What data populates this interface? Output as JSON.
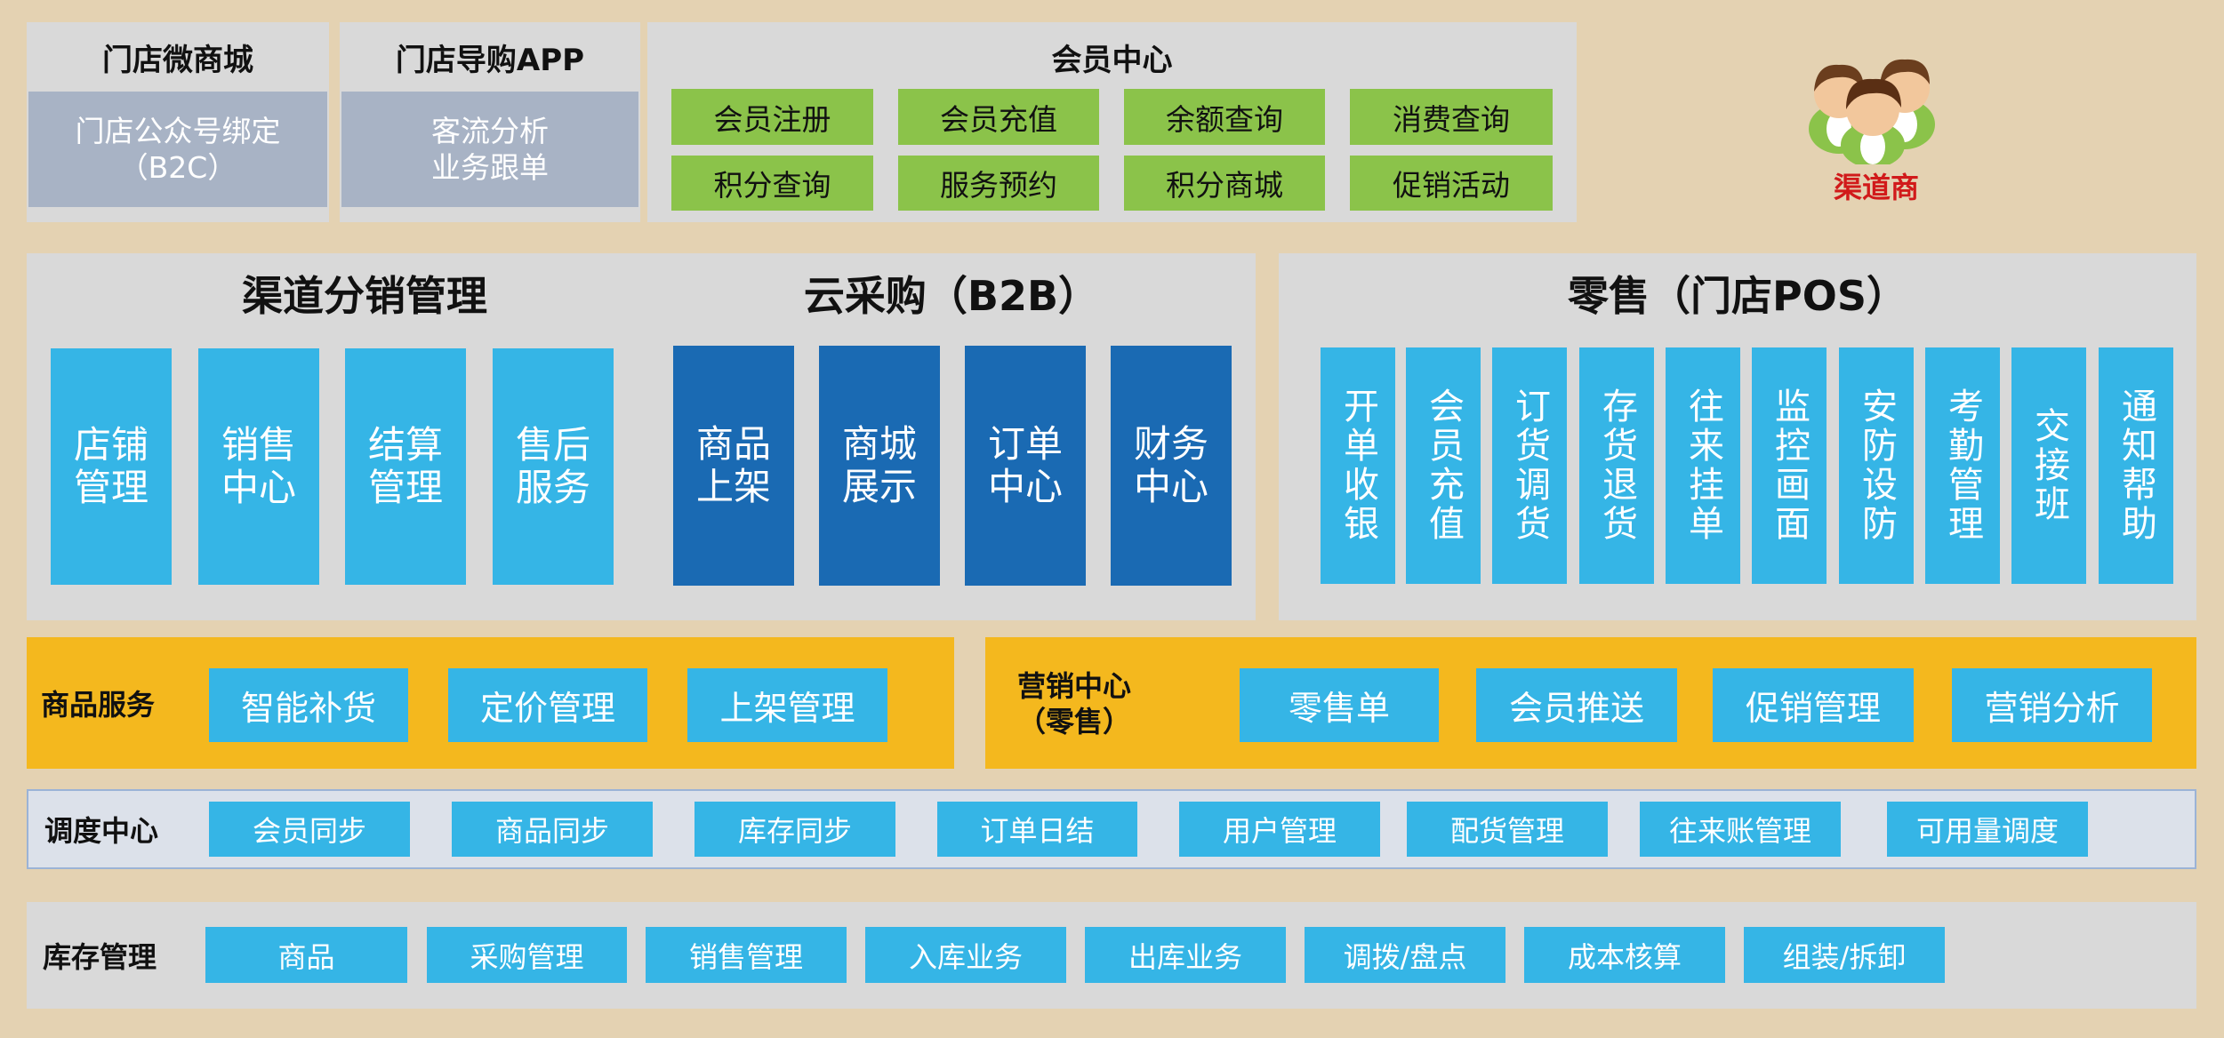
{
  "top": {
    "wechat_mall": {
      "title": "门店微商城",
      "body_line1": "门店公众号绑定",
      "body_line2": "（B2C）"
    },
    "guide_app": {
      "title": "门店导购APP",
      "body_line1": "客流分析",
      "body_line2": "业务跟单"
    },
    "member_center": {
      "title": "会员中心",
      "items": [
        "会员注册",
        "会员充值",
        "余额查询",
        "消费查询",
        "积分查询",
        "服务预约",
        "积分商城",
        "促销活动"
      ]
    },
    "channel_dealer": {
      "label": "渠道商"
    }
  },
  "channel_distribution": {
    "title": "渠道分销管理",
    "blocks": [
      [
        "店铺",
        "管理"
      ],
      [
        "销售",
        "中心"
      ],
      [
        "结算",
        "管理"
      ],
      [
        "售后",
        "服务"
      ]
    ]
  },
  "cloud_purchase": {
    "title": "云采购（B2B）",
    "blocks": [
      [
        "商品",
        "上架"
      ],
      [
        "商城",
        "展示"
      ],
      [
        "订单",
        "中心"
      ],
      [
        "财务",
        "中心"
      ]
    ]
  },
  "retail_pos": {
    "title": "零售（门店POS）",
    "items": [
      "开单收银",
      "会员充值",
      "订货调货",
      "存货退货",
      "往来挂单",
      "监控画面",
      "安防设防",
      "考勤管理",
      "交接班",
      "通知帮助"
    ]
  },
  "product_service": {
    "label": "商品服务",
    "items": [
      "智能补货",
      "定价管理",
      "上架管理"
    ]
  },
  "marketing_center": {
    "label_line1": "营销中心",
    "label_line2": "（零售）",
    "items": [
      "零售单",
      "会员推送",
      "促销管理",
      "营销分析"
    ]
  },
  "dispatch_center": {
    "label": "调度中心",
    "items": [
      "会员同步",
      "商品同步",
      "库存同步",
      "订单日结",
      "用户管理",
      "配货管理",
      "往来账管理",
      "可用量调度"
    ]
  },
  "inventory": {
    "label": "库存管理",
    "items": [
      "商品",
      "采购管理",
      "销售管理",
      "入库业务",
      "出库业务",
      "调拨/盘点",
      "成本核算",
      "组装/拆卸"
    ]
  },
  "colors": {
    "background": "#e4d2b2",
    "panel": "#d9d9d9",
    "green": "#8bc34a",
    "light_blue": "#35b5e6",
    "dark_blue": "#1a6ab3",
    "orange": "#f4b81e",
    "dealer_red": "#d11a1a"
  }
}
